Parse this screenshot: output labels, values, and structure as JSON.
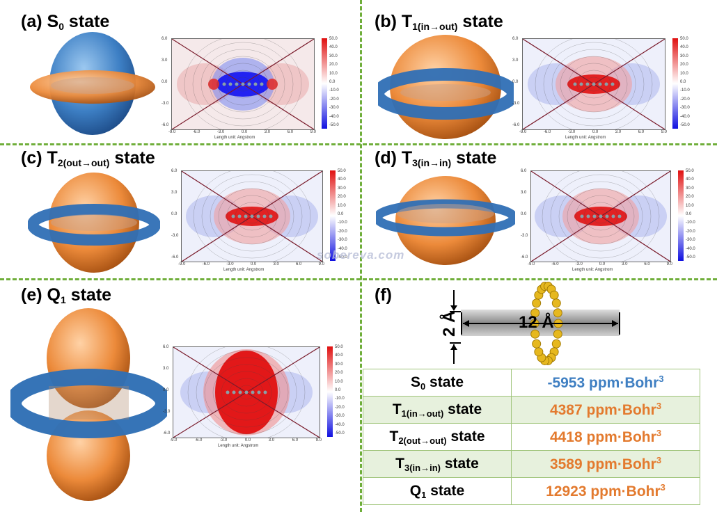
{
  "panels": [
    {
      "id": "a",
      "prefix": "(a) S",
      "sub": "0",
      "suffix": " state"
    },
    {
      "id": "b",
      "prefix": "(b) T",
      "sub": "1(in→out)",
      "suffix": " state"
    },
    {
      "id": "c",
      "prefix": "(c) T",
      "sub": "2(out→out)",
      "suffix": " state"
    },
    {
      "id": "d",
      "prefix": "(d) T",
      "sub": "3(in→in)",
      "suffix": " state"
    },
    {
      "id": "e",
      "prefix": "(e) Q",
      "sub": "1",
      "suffix": " state"
    },
    {
      "id": "f",
      "prefix": "(f)",
      "sub": "",
      "suffix": ""
    }
  ],
  "map_axis": {
    "xlabel": "Length unit: Angstrom",
    "xticks": [
      "-9.0",
      "-6.0",
      "-3.0",
      "0.0",
      "3.0",
      "6.0",
      "9.0"
    ],
    "yticks": [
      "6.0",
      "3.0",
      "0.0",
      "-3.0",
      "-6.0"
    ],
    "cbar_ticks": [
      "50.0",
      "40.0",
      "30.0",
      "20.0",
      "10.0",
      "0.0",
      "-10.0",
      "-20.0",
      "-30.0",
      "-40.0",
      "-50.0"
    ]
  },
  "watermark": "sobereva.com",
  "dimensions": {
    "height_label": "2 Å",
    "length_label": "12 Å"
  },
  "table": {
    "rows": [
      {
        "state": "S",
        "sub": "0",
        "suffix": " state",
        "value": "-5953 ppm·Bohr",
        "exp": "3"
      },
      {
        "state": "T",
        "sub": "1(in→out)",
        "suffix": " state",
        "value": "4387 ppm·Bohr",
        "exp": "3"
      },
      {
        "state": "T",
        "sub": "2(out→out)",
        "suffix": " state",
        "value": "4418 ppm·Bohr",
        "exp": "3"
      },
      {
        "state": "T",
        "sub": "3(in→in)",
        "suffix": " state",
        "value": "3589 ppm·Bohr",
        "exp": "3"
      },
      {
        "state": "Q",
        "sub": "1",
        "suffix": " state",
        "value": "12923 ppm·Bohr",
        "exp": "3"
      }
    ]
  },
  "colors": {
    "divider": "#6fae3a",
    "shielding": "#3f7fc2",
    "deshielding": "#e37a2e",
    "band": "#e7f1dd"
  }
}
